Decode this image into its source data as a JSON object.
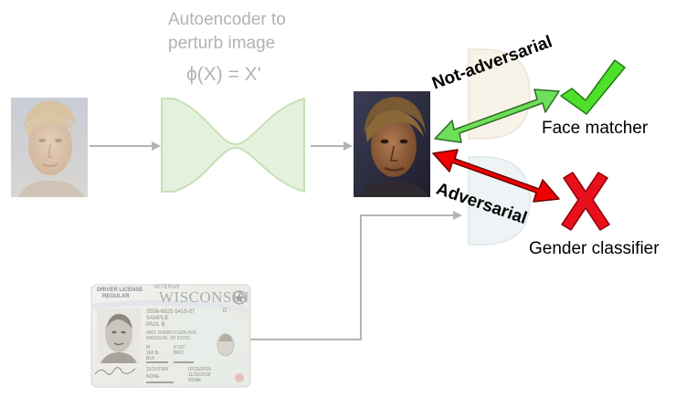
{
  "autoencoder": {
    "title_line1": "Autoencoder to",
    "title_line2": "perturb image",
    "formula": "ϕ(X) = X'"
  },
  "arrows": {
    "not_adversarial": "Not-adversarial",
    "adversarial": "Adversarial",
    "not_adversarial_color": "#6ddf5a",
    "adversarial_color": "#f00000"
  },
  "outputs": {
    "face_matcher": "Face matcher",
    "gender_classifier": "Gender classifier",
    "check_color": "#4ee02a",
    "cross_color": "#e8101a"
  },
  "license": {
    "header_line1": "DRIVER LICENSE",
    "header_line2": "REGULAR",
    "state": "WISCONSIN",
    "veteran": "VETERAN",
    "number": "S556-6625-5415-07",
    "name1": "SAMPLE",
    "name2": "PAUL B",
    "address1": "4802 SHEBOYGAN AVE",
    "address2": "MADISON, WI 53702",
    "class": "D",
    "sex": "M",
    "height": "5'-10\"",
    "weight": "160 lb",
    "eyes": "BRO",
    "hair": "BLK",
    "dob": "11/11/1955",
    "iss": "07/15/2015",
    "exp": "11/11/2018",
    "restrictions": "NONE",
    "endorsements": "NONE"
  }
}
